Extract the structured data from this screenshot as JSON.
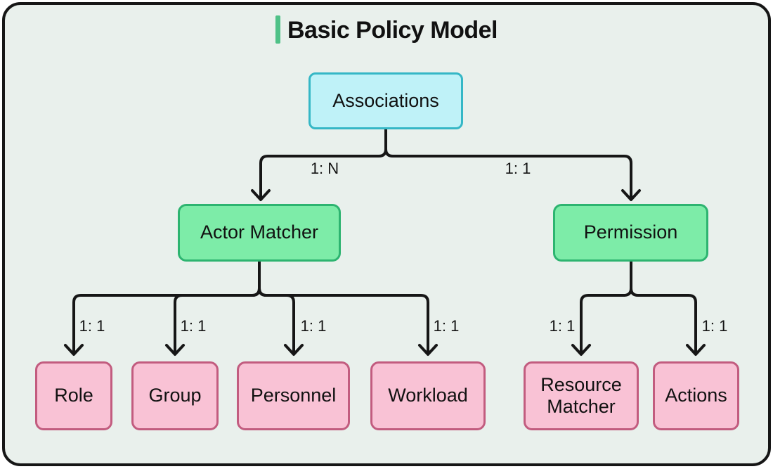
{
  "title": {
    "text": "Basic Policy Model"
  },
  "colors": {
    "canvas_bg": "#e9f0ec",
    "frame_border": "#161616",
    "connector_line": "#161616",
    "title_accent_green": "#4fc187",
    "cyan_node_fill": "#bff2f8",
    "cyan_node_border": "#35b7c6",
    "green_node_fill": "#7deca8",
    "green_node_border": "#2db470",
    "pink_node_fill": "#f9c2d5",
    "pink_node_border": "#c25c7f",
    "text": "#111111"
  },
  "nodes": {
    "associations": {
      "label": "Associations",
      "style": "cyan"
    },
    "actor_matcher": {
      "label": "Actor Matcher",
      "style": "green"
    },
    "permission": {
      "label": "Permission",
      "style": "green"
    },
    "role": {
      "label": "Role",
      "style": "pink"
    },
    "group": {
      "label": "Group",
      "style": "pink"
    },
    "personnel": {
      "label": "Personnel",
      "style": "pink"
    },
    "workload": {
      "label": "Workload",
      "style": "pink"
    },
    "resource_matcher": {
      "label": "Resource Matcher",
      "style": "pink"
    },
    "actions": {
      "label": "Actions",
      "style": "pink"
    }
  },
  "edges": [
    {
      "from": "associations",
      "to": "actor_matcher",
      "label": "1: N"
    },
    {
      "from": "associations",
      "to": "permission",
      "label": "1: 1"
    },
    {
      "from": "actor_matcher",
      "to": "role",
      "label": "1: 1"
    },
    {
      "from": "actor_matcher",
      "to": "group",
      "label": "1: 1"
    },
    {
      "from": "actor_matcher",
      "to": "personnel",
      "label": "1: 1"
    },
    {
      "from": "actor_matcher",
      "to": "workload",
      "label": "1: 1"
    },
    {
      "from": "permission",
      "to": "resource_matcher",
      "label": "1: 1"
    },
    {
      "from": "permission",
      "to": "actions",
      "label": "1: 1"
    }
  ]
}
